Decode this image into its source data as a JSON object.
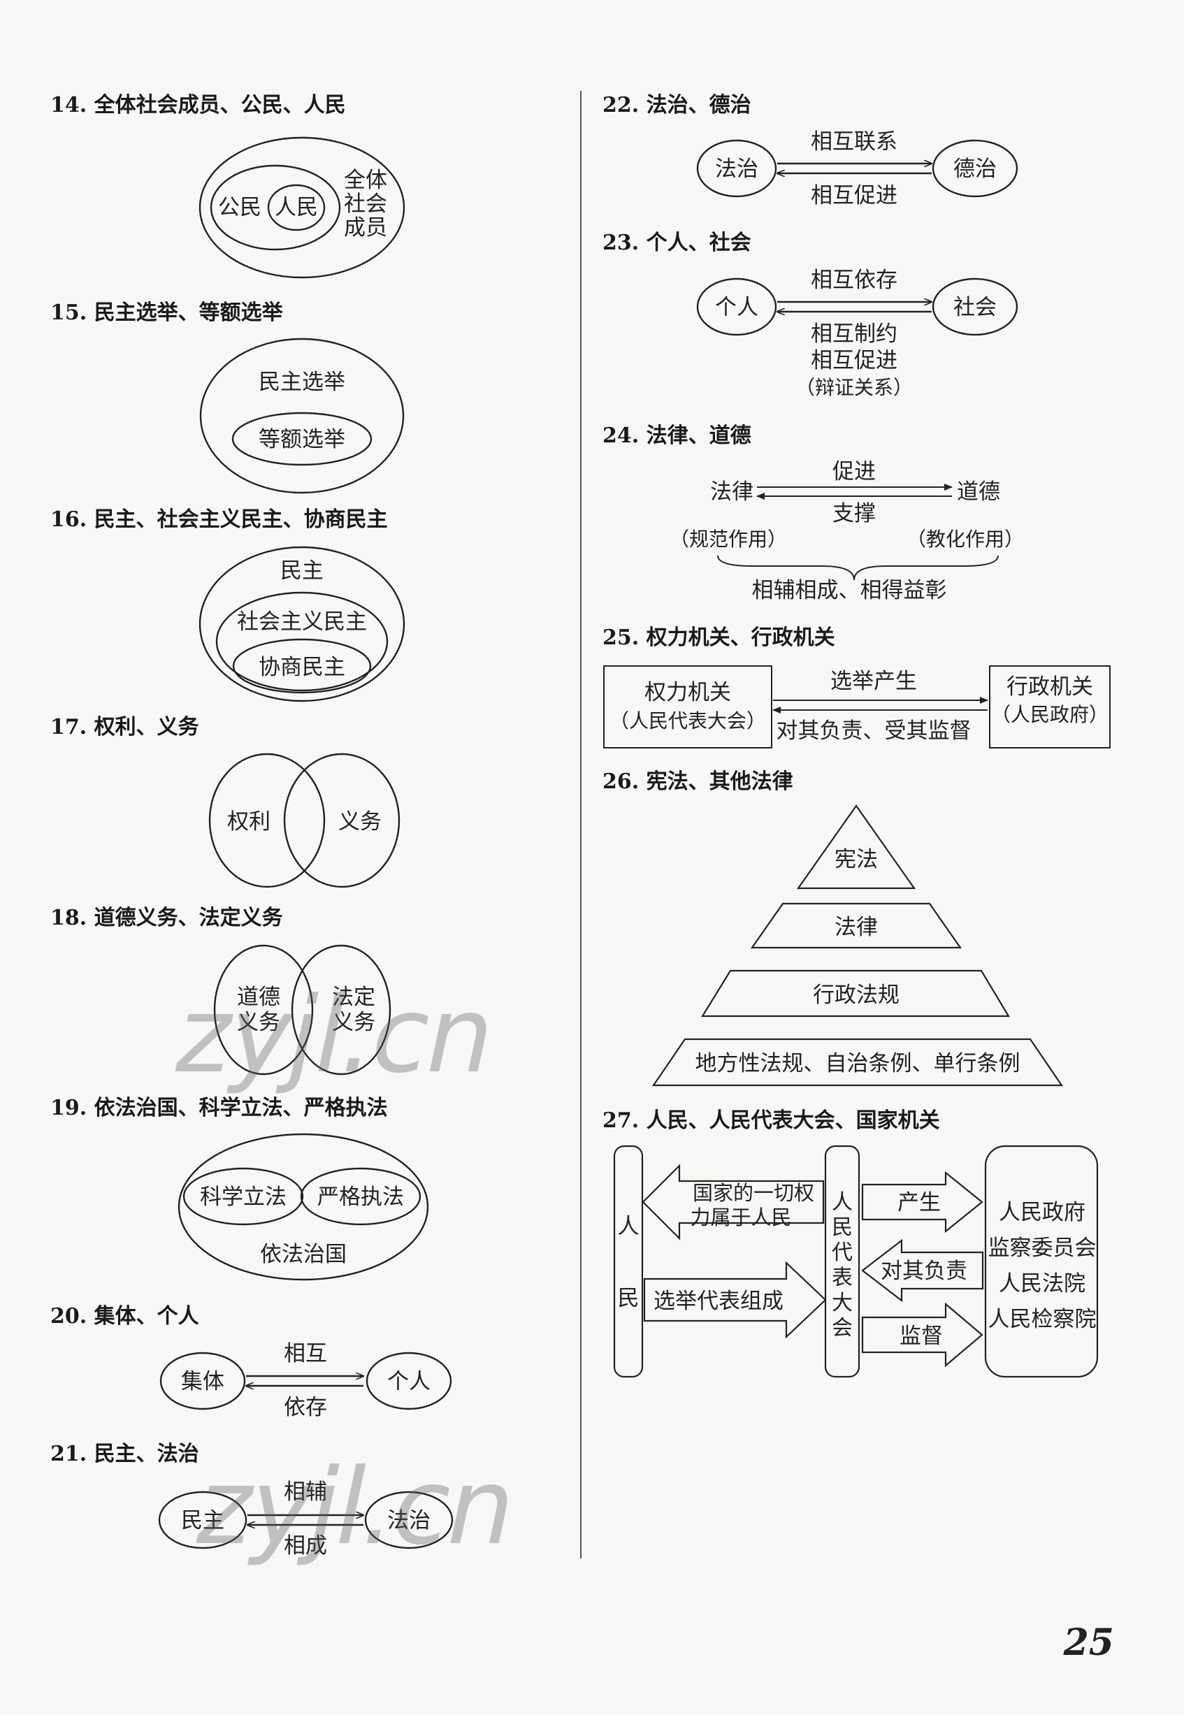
{
  "page_number": "25",
  "watermark": "zyjl.cn",
  "sections": {
    "s14": {
      "heading": "14. 全体社会成员、公民、人民",
      "outer": [
        "全体",
        "社会",
        "成员"
      ],
      "middle": "公民",
      "inner": "人民"
    },
    "s15": {
      "heading": "15. 民主选举、等额选举",
      "outer": "民主选举",
      "inner": "等额选举"
    },
    "s16": {
      "heading": "16. 民主、社会主义民主、协商民主",
      "outer": "民主",
      "middle": "社会主义民主",
      "inner": "协商民主"
    },
    "s17": {
      "heading": "17. 权利、义务",
      "left": "权利",
      "right": "义务"
    },
    "s18": {
      "heading": "18. 道德义务、法定义务",
      "left": [
        "道德",
        "义务"
      ],
      "right": [
        "法定",
        "义务"
      ]
    },
    "s19": {
      "heading": "19. 依法治国、科学立法、严格执法",
      "left": "科学立法",
      "right": "严格执法",
      "outer": "依法治国"
    },
    "s20": {
      "heading": "20. 集体、个人",
      "left": "集体",
      "right": "个人",
      "top": "相互",
      "bottom": "依存"
    },
    "s21": {
      "heading": "21. 民主、法治",
      "left": "民主",
      "right": "法治",
      "top": "相辅",
      "bottom": "相成"
    },
    "s22": {
      "heading": "22. 法治、德治",
      "left": "法治",
      "right": "德治",
      "top": "相互联系",
      "bottom": "相互促进"
    },
    "s23": {
      "heading": "23. 个人、社会",
      "left": "个人",
      "right": "社会",
      "top": "相互依存",
      "bottom1": "相互制约",
      "bottom2": "相互促进",
      "bottom3": "（辩证关系）"
    },
    "s24": {
      "heading": "24. 法律、道德",
      "left": "法律",
      "right": "道德",
      "top": "促进",
      "bottom": "支撑",
      "left_note": "（规范作用）",
      "right_note": "（教化作用）",
      "summary": "相辅相成、相得益彰"
    },
    "s25": {
      "heading": "25. 权力机关、行政机关",
      "left1": "权力机关",
      "left2": "（人民代表大会）",
      "right1": "行政机关",
      "right2": "（人民政府）",
      "top": "选举产生",
      "bottom": "对其负责、受其监督"
    },
    "s26": {
      "heading": "26. 宪法、其他法律",
      "levels": [
        "宪法",
        "法律",
        "行政法规",
        "地方性法规、自治条例、单行条例"
      ]
    },
    "s27": {
      "heading": "27. 人民、人民代表大会、国家机关",
      "people": [
        "人",
        "民"
      ],
      "congress": [
        "人",
        "民",
        "代",
        "表",
        "大",
        "会"
      ],
      "arrow1": [
        "国家的一切权",
        "力属于人民"
      ],
      "arrow2": "选举代表组成",
      "arrow3": "产生",
      "arrow4": "对其负责",
      "arrow5": "监督",
      "organs": [
        "人民政府",
        "监察委员会",
        "人民法院",
        "人民检察院"
      ]
    }
  }
}
